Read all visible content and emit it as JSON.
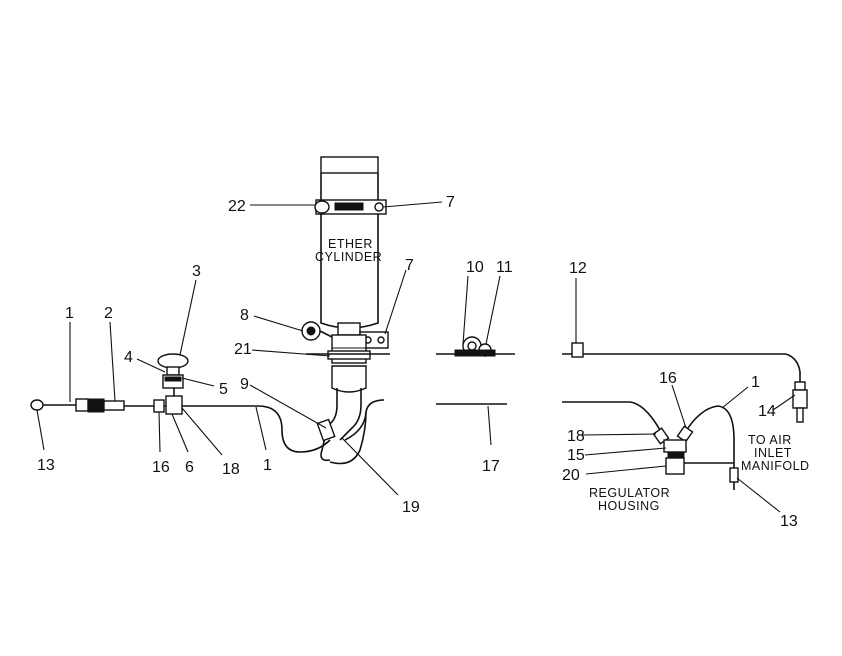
{
  "callouts": [
    "1",
    "2",
    "3",
    "4",
    "5",
    "6",
    "7",
    "8",
    "9",
    "10",
    "11",
    "12",
    "13",
    "14",
    "15",
    "16",
    "17",
    "18",
    "19",
    "20",
    "21",
    "22"
  ],
  "captions": {
    "ether_line1": "ETHER",
    "ether_line2": "CYLINDER",
    "regulator_line1": "REGULATOR",
    "regulator_line2": "HOUSING",
    "manifold_line1": "TO AIR",
    "manifold_line2": "INLET",
    "manifold_line3": "MANIFOLD"
  }
}
